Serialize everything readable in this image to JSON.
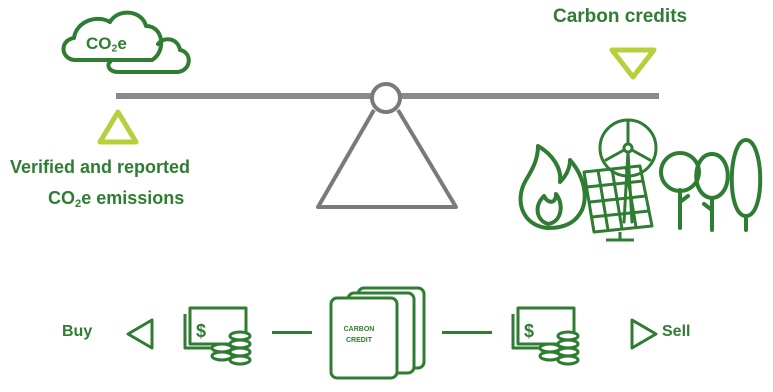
{
  "labels": {
    "cloud_main": "CO",
    "cloud_sub": "2",
    "cloud_tail": "e",
    "carbon_credits": "Carbon credits",
    "verified_line1": "Verified and reported",
    "verified_line2_main": "CO",
    "verified_line2_sub": "2",
    "verified_line2_tail": "e emissions",
    "buy": "Buy",
    "sell": "Sell",
    "card_line1": "CARBON",
    "card_line2": "CREDIT"
  },
  "colors": {
    "dark_green": "#2f7d32",
    "light_green": "#b6cf3a",
    "gray": "#7a7a7a"
  },
  "icons": {
    "cloud": "cloud-icon",
    "fulcrum": "fulcrum-icon",
    "flame": "flame-icon",
    "solar_panel": "solar-panel-icon",
    "wind_turbine": "wind-turbine-icon",
    "trees": "trees-icon",
    "money": "money-icon",
    "credit_cards": "carbon-credit-cards-icon"
  }
}
